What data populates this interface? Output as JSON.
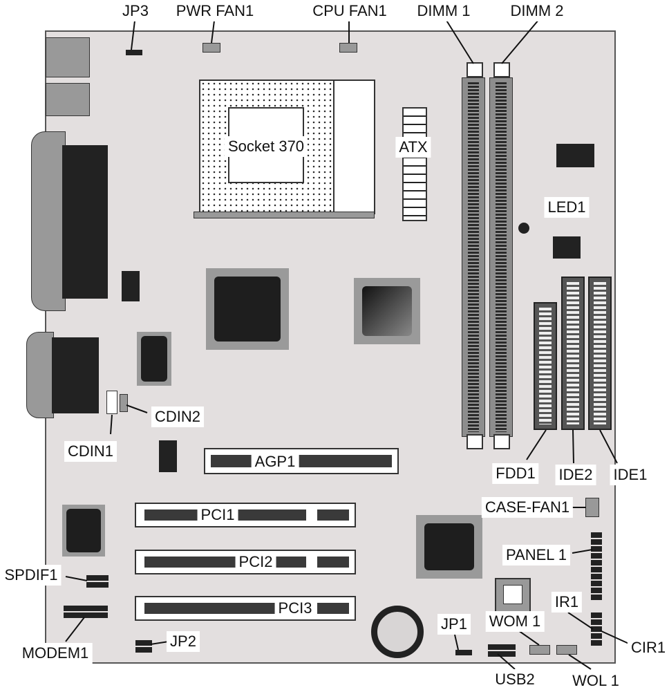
{
  "title": "Motherboard Layout",
  "labels": {
    "jp3": "JP3",
    "pwr_fan1": "PWR FAN1",
    "cpu_fan1": "CPU FAN1",
    "dimm1": "DIMM 1",
    "dimm2": "DIMM 2",
    "socket": "Socket 370",
    "atx": "ATX",
    "led1": "LED1",
    "cdin2": "CDIN2",
    "cdin1": "CDIN1",
    "agp1": "AGP1",
    "fdd1": "FDD1",
    "ide2": "IDE2",
    "ide1": "IDE1",
    "case_fan1": "CASE-FAN1",
    "pci1": "PCI1",
    "pci2": "PCI2",
    "pci3": "PCI3",
    "panel1": "PANEL 1",
    "spdif1": "SPDIF1",
    "ir1": "IR1",
    "jp1": "JP1",
    "wom1": "WOM 1",
    "cir1": "CIR1",
    "jp2": "JP2",
    "modem1": "MODEM1",
    "usb2": "USB2",
    "wol1": "WOL 1"
  },
  "colors": {
    "board": "#e3dfdf",
    "component": "#222222",
    "outline": "#555555"
  }
}
